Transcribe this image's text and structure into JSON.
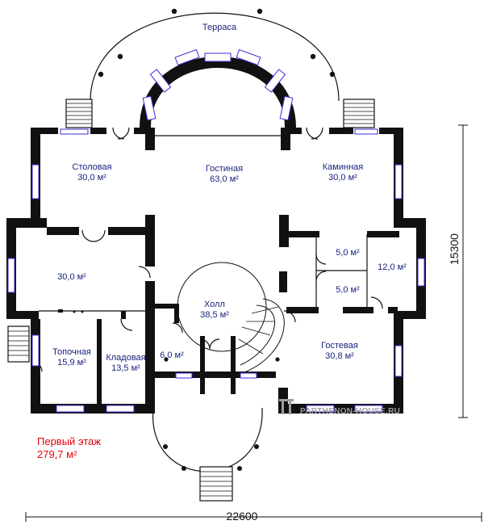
{
  "rooms": {
    "terrace": {
      "name": "Терраса"
    },
    "dining": {
      "name": "Столовая",
      "area": "30,0 м²"
    },
    "living": {
      "name": "Гостиная",
      "area": "63,0 м²"
    },
    "fireplace": {
      "name": "Каминная",
      "area": "30,0 м²"
    },
    "left_room": {
      "area": "30,0 м²"
    },
    "small_1": {
      "area": "5,0 м²"
    },
    "small_2": {
      "area": "5,0 м²"
    },
    "right_room": {
      "area": "12,0 м²"
    },
    "hall": {
      "name": "Холл",
      "area": "38,5 м²"
    },
    "boiler": {
      "name": "Топочная",
      "area": "15,9 м²"
    },
    "pantry": {
      "name": "Кладовая",
      "area": "13,5 м²"
    },
    "wc": {
      "area": "6,0 м²"
    },
    "guest": {
      "name": "Гостевая",
      "area": "30,8 м²"
    }
  },
  "caption": {
    "floor": "Первый этаж",
    "total": "279,7 м²"
  },
  "dimensions": {
    "width": "22600",
    "depth": "15300"
  },
  "watermark": "PARTHENON-HOUSE.RU",
  "colors": {
    "walls": "#111111",
    "windows": "#3b2bd6",
    "caption": "#e3000f",
    "labels": "#1a237e"
  }
}
